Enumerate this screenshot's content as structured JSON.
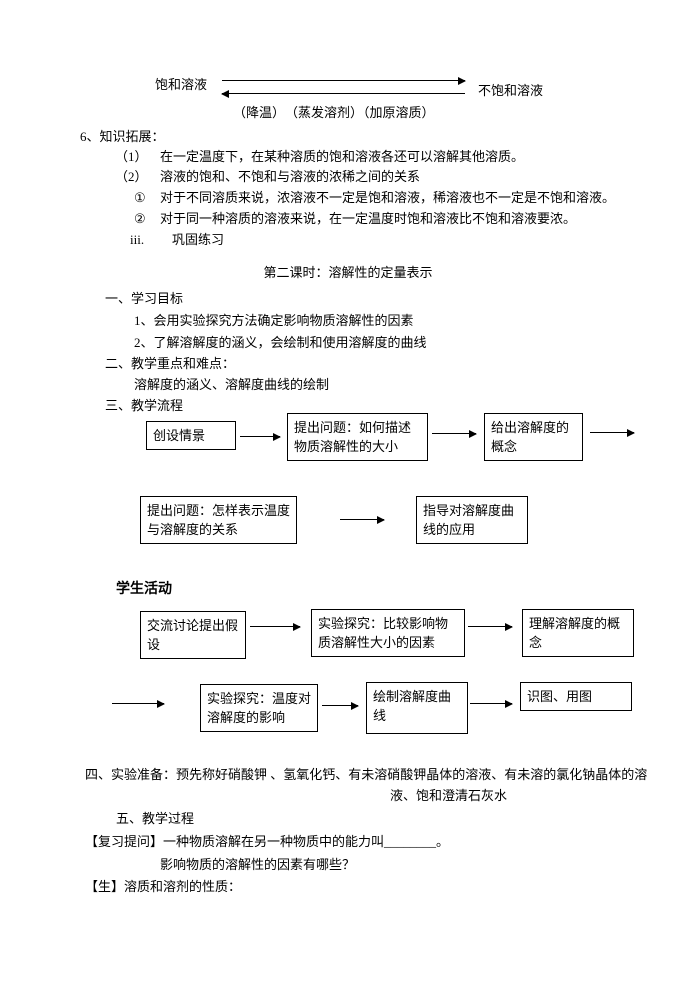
{
  "top_diagram": {
    "left_label": "饱和溶液",
    "right_label": "不饱和溶液",
    "conditions": "（降温）　（蒸发溶剂）（加原溶质）"
  },
  "knowledge": {
    "heading": "6、知识拓展：",
    "item1_num": "（1）",
    "item1_text": "在一定温度下，在某种溶质的饱和溶液各还可以溶解其他溶质。",
    "item2_num": "（2）",
    "item2_text": "溶液的饱和、不饱和与溶液的浓稀之间的关系",
    "sub1_num": "①",
    "sub1_text": "对于不同溶质来说，浓溶液不一定是饱和溶液，稀溶液也不一定是不饱和溶液。",
    "sub2_num": "②",
    "sub2_text": "对于同一种溶质的溶液来说，在一定温度时饱和溶液比不饱和溶液要浓。",
    "iii_num": "iii.",
    "iii_text": "巩固练习"
  },
  "lesson": {
    "title": "第二课时：溶解性的定量表示",
    "goals_heading": "一、学习目标",
    "goal1": "1、会用实验探究方法确定影响物质溶解性的因素",
    "goal2": "2、了解溶解度的涵义，会绘制和使用溶解度的曲线",
    "focus_heading": "二、教学重点和难点：",
    "focus_text": "溶解度的涵义、溶解度曲线的绘制",
    "flow_heading": "三、教学流程"
  },
  "flow": {
    "r1": [
      "创设情景",
      "提出问题：如何描述物质溶解性的大小",
      "给出溶解度的概念"
    ],
    "r2": [
      "提出问题：怎样表示温度与溶解度的关系",
      "指导对溶解度曲线的应用"
    ],
    "student_heading": "学生活动",
    "r3": [
      "交流讨论提出假设",
      "实验探究：比较影响物质溶解性大小的因素",
      "理解溶解度的概念"
    ],
    "r4": [
      "实验探究：温度对溶解度的影响",
      "绘制溶解度曲线",
      "识图、用图"
    ]
  },
  "prep": {
    "line1": "四、实验准备：预先称好硝酸钾 、氢氧化钙、有未溶硝酸钾晶体的溶液、有未溶的氯化钠晶体的溶",
    "line2": "液、饱和澄清石灰水"
  },
  "process": {
    "heading": "五、教学过程",
    "review_q1": "【复习提问】一种物质溶解在另一种物质中的能力叫________。",
    "review_q2": "影响物质的溶解性的因素有哪些？",
    "student_answer": "【生】溶质和溶剂的性质："
  }
}
